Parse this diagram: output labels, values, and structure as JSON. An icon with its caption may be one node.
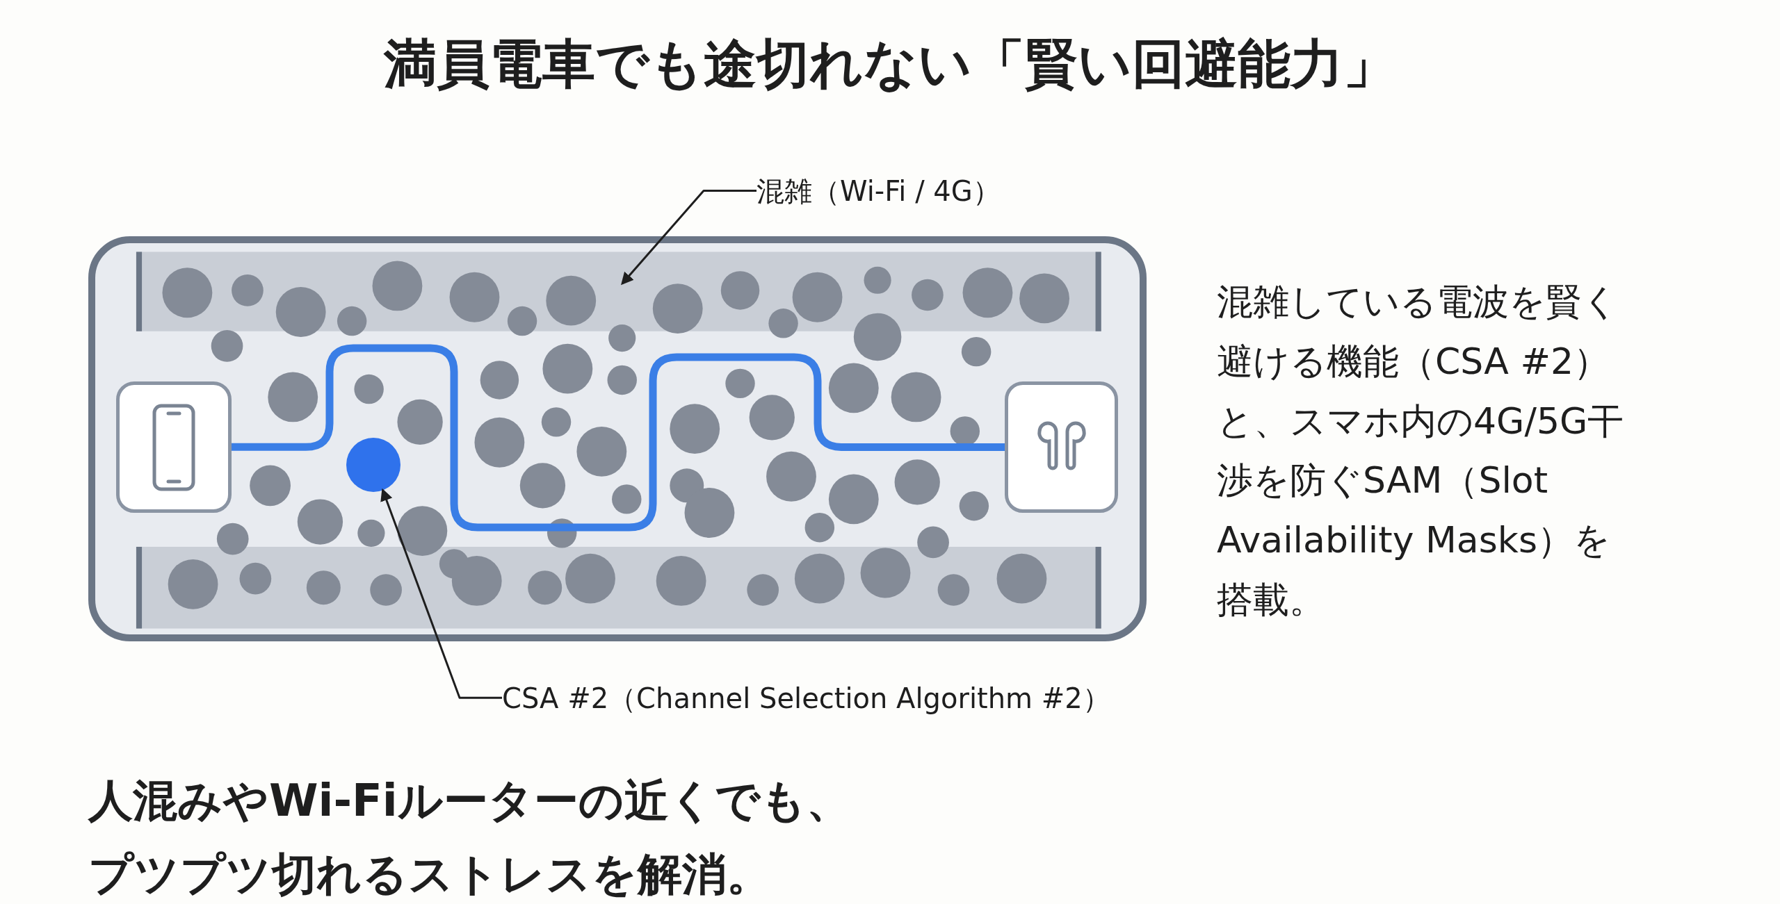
{
  "diagram": {
    "title": "満員電車でも途切れない「賢い回避能力」",
    "nodes": [
      {
        "text": [],
        "shape": "box"
      },
      {
        "text": [],
        "shape": "picture",
        "in": 0
      },
      {
        "text": [],
        "shape": "picture",
        "in": 0
      },
      {
        "text": [],
        "shape": "circle",
        "in": 0
      },
      {
        "text": [
          "混雑（Wi-Fi / 4G）"
        ]
      },
      {
        "text": [
          "CSA #2（Channel Selection Algorithm #2）"
        ]
      }
    ],
    "edges": [
      {
        "from": 4,
        "to": null,
        "arrow": "to"
      },
      {
        "from": 5,
        "to": 3,
        "arrow": "to"
      },
      {
        "from": 1,
        "to": 2,
        "arrow": "none",
        "style": "thick",
        "color": "#3a7ee6"
      }
    ],
    "labels": [
      "混雑している電波を賢く避ける機能（CSA #2）と、スマホ内の4G/5G干渉を防ぐSAM（Slot Availability Masks）を搭載。",
      "人混みやWi-Fiルーターの近くでも、プツプツ切れるストレスを解消。"
    ]
  }
}
